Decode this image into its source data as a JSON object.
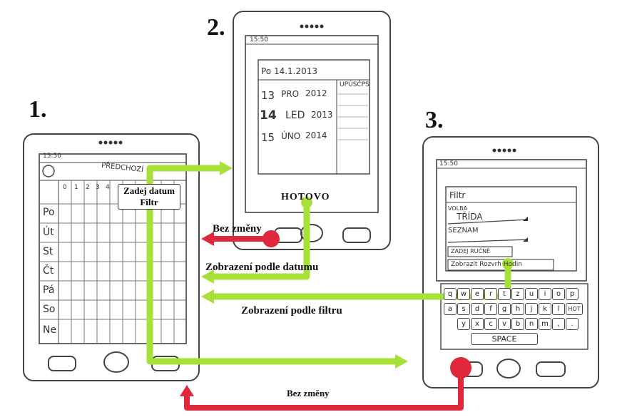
{
  "steps": {
    "one": "1.",
    "two": "2.",
    "three": "3."
  },
  "phone1": {
    "status_time": "15:50",
    "nav_label": "PŘEDCHOZÍ",
    "hour_numbers": [
      "0",
      "1",
      "2",
      "3",
      "4"
    ],
    "days": [
      "Po",
      "Út",
      "St",
      "Čt",
      "Pá",
      "So",
      "Ne"
    ],
    "popup_line1": "Zadej datum",
    "popup_line2": "Filtr"
  },
  "phone2": {
    "status_time": "15:50",
    "date_header": "Po 14.1.2013",
    "rows": [
      {
        "day": "13",
        "month": "PRO",
        "year": "2012"
      },
      {
        "day": "14",
        "month": "LED",
        "year": "2013"
      },
      {
        "day": "15",
        "month": "ÚNO",
        "year": "2014"
      }
    ],
    "weekday_header": "UPÚSČPS",
    "done_label": "HOTOVO"
  },
  "phone3": {
    "status_time": "15:50",
    "filter_title": "Filtr",
    "volba_label": "VOLBA",
    "trida_value": "TŘÍDA",
    "seznam_label": "SEZNAM",
    "zadej_rucne": "ZADEJ RUČNĚ",
    "zobrazit_button": "Zobrazit Rozvrh Hodin",
    "keyboard_row1": [
      "q",
      "w",
      "e",
      "r",
      "t",
      "z",
      "u",
      "i",
      "o",
      "p"
    ],
    "keyboard_row2": [
      "a",
      "s",
      "d",
      "f",
      "g",
      "h",
      "j",
      "k",
      "l",
      "HOT"
    ],
    "keyboard_row3": [
      "y",
      "x",
      "c",
      "v",
      "b",
      "n",
      "m",
      ",",
      "."
    ],
    "space_label": "SPACE"
  },
  "arrows": {
    "bez_zmeny_top": "Bez změny",
    "by_date": "Zobrazení podle datumu",
    "by_filter": "Zobrazení podle filtru",
    "bez_zmeny_bottom": "Bez změny"
  },
  "colors": {
    "green": "#a8e03a",
    "red": "#e0283c"
  }
}
